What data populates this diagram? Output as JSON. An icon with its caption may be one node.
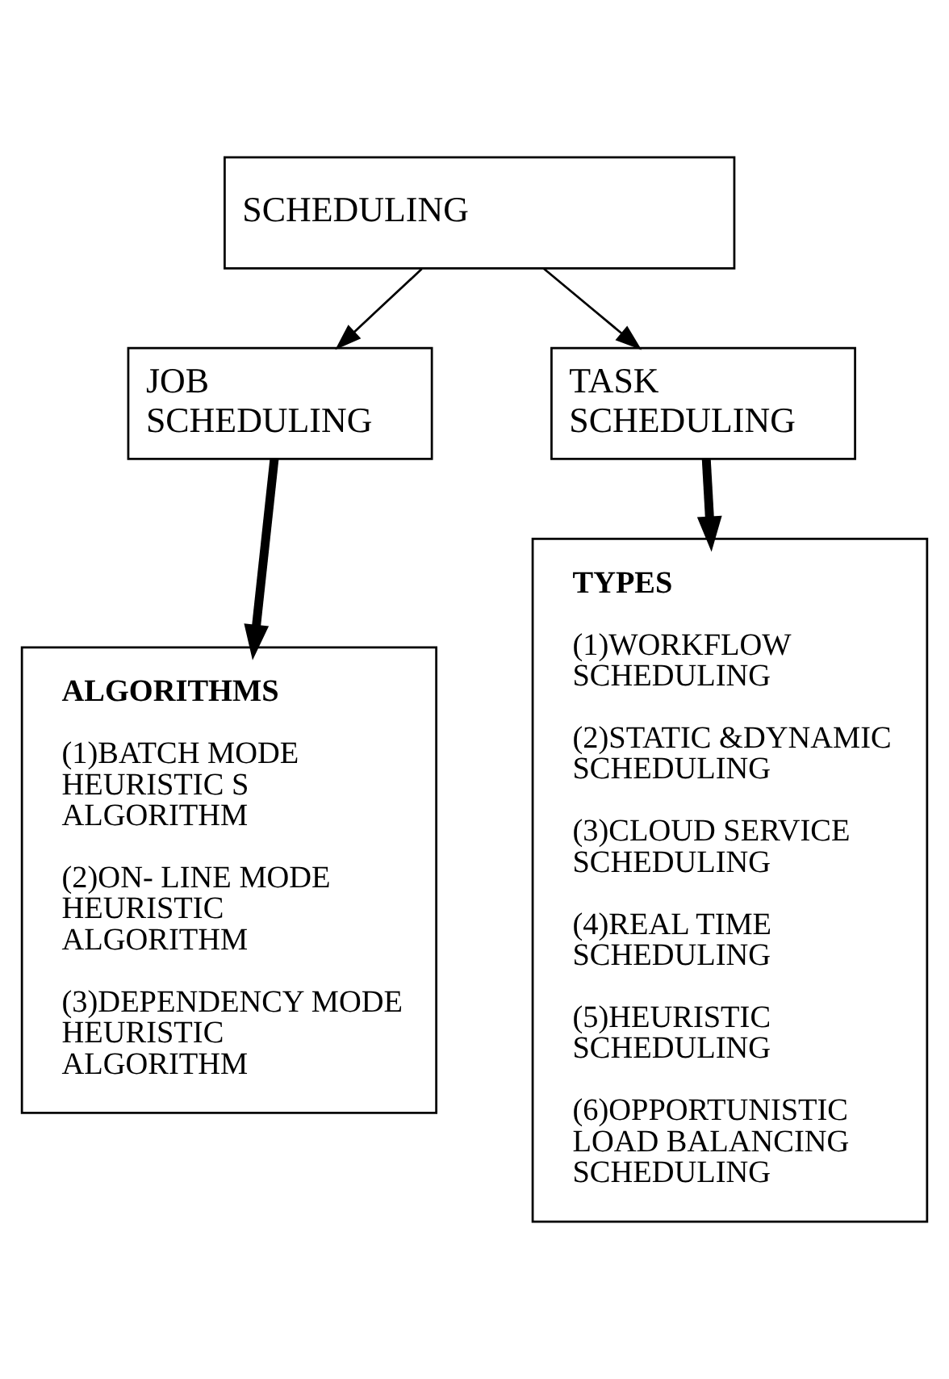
{
  "diagram": {
    "nodes": [
      {
        "text": [
          "SCHEDULING"
        ]
      },
      {
        "text": [
          "JOB SCHEDULING"
        ]
      },
      {
        "text": [
          "TASK SCHEDULING"
        ]
      },
      {
        "text": [
          "ALGORITHMS",
          "(1)BATCH MODE HEURISTIC S ALGORITHM",
          "(2)ON- LINE MODE HEURISTIC ALGORITHM",
          "(3)DEPENDENCY MODE HEURISTIC ALGORITHM"
        ]
      },
      {
        "text": [
          "TYPES",
          "(1)WORKFLOW SCHEDULING",
          "(2)STATIC &DYNAMIC SCHEDULING",
          "(3)CLOUD SERVICE SCHEDULING",
          "(4)REAL TIME SCHEDULING",
          "(5)HEURISTIC SCHEDULING",
          "(6)OPPORTUNISTIC LOAD BALANCING SCHEDULING"
        ]
      }
    ],
    "edges": [
      {
        "from": 0,
        "to": 1,
        "arrow": "to"
      },
      {
        "from": 0,
        "to": 2,
        "arrow": "to"
      },
      {
        "from": 1,
        "to": 3,
        "arrow": "to",
        "style": "thick"
      },
      {
        "from": 2,
        "to": 4,
        "arrow": "to",
        "style": "thick"
      }
    ]
  }
}
